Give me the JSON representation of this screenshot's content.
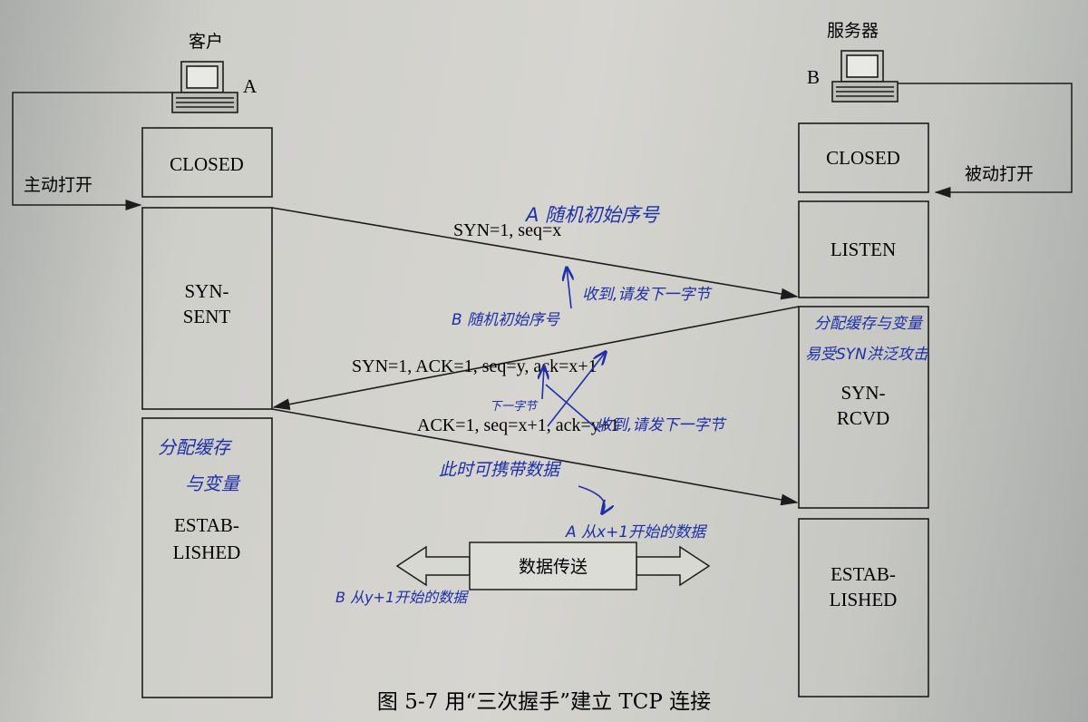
{
  "client": {
    "title": "客户",
    "letter": "A"
  },
  "server": {
    "title": "服务器",
    "letter": "B"
  },
  "left_states": [
    "CLOSED",
    "SYN-",
    "SENT",
    "ESTAB-",
    "LISHED"
  ],
  "right_states": [
    "CLOSED",
    "LISTEN",
    "SYN-",
    "RCVD",
    "ESTAB-",
    "LISHED"
  ],
  "left_action": "主动打开",
  "right_action": "被动打开",
  "messages": {
    "syn": "SYN=1, seq=x",
    "synack": "SYN=1, ACK=1, seq=y, ack=x+1",
    "ack": "ACK=1, seq=x+1, ack=y+1"
  },
  "transfer": "数据传送",
  "caption": "图 5-7   用“三次握手”建立 TCP 连接",
  "handwriting": {
    "a_random": "A 随机初始序号",
    "b_random": "B 随机初始序号",
    "recv_expect": "收到,请发下一字节",
    "alloc_resources": "分配缓存与变量",
    "syn_flood": "易受SYN洪泛攻击",
    "next_byte": "下一字节",
    "recv_next": "收到,请发下一字节",
    "alloc_left_1": "分配缓存",
    "alloc_left_2": "与变量",
    "can_carry": "此时可携带数据",
    "a_from_x": "A 从x+1开始的数据",
    "b_from_y": "B 从y+1开始的数据"
  },
  "colors": {
    "ink": "#1c1c1c",
    "pen": "#1e2fa8"
  }
}
